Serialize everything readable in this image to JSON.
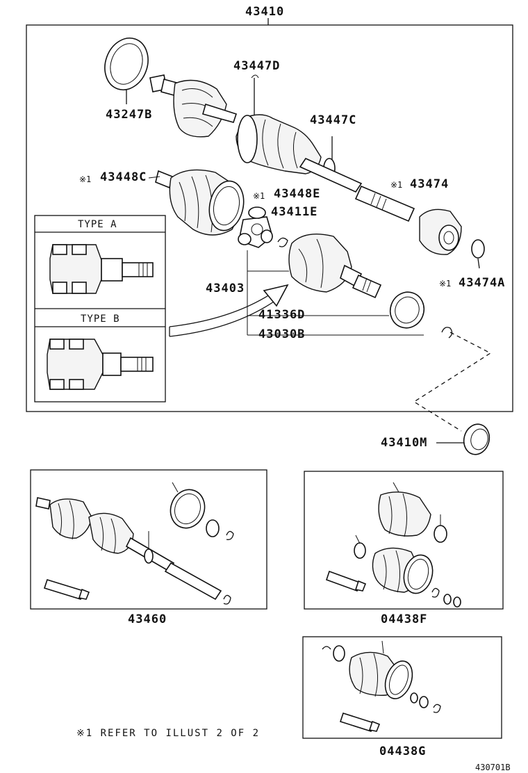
{
  "diagram": {
    "labels": {
      "assembly": "43410",
      "bearing_ring": "43247B",
      "boot_outer_clamp": "43447D",
      "boot_outer_small_clamp": "43447C",
      "inner_boot_clamp": "43448C",
      "inner_boot_clamp_e": "43448E",
      "tripod": "43411E",
      "inner_shaft": "43474",
      "damper": "43474A",
      "inner_joint": "43403",
      "dust_seal": "41336D",
      "snap_ring": "43030B",
      "seal_kit": "43410M",
      "shaft_assy": "43460",
      "boot_kit_inner": "04438F",
      "boot_kit_outer": "04438G"
    },
    "ref_marks": {
      "inner_boot_clamp": "※1",
      "inner_boot_clamp_e": "※1",
      "inner_shaft": "※1",
      "damper": "※1"
    },
    "types": {
      "type_a": "TYPE A",
      "type_b": "TYPE B"
    },
    "footnote": "※1 REFER TO ILLUST 2 OF 2",
    "illustration_id": "430701B"
  }
}
